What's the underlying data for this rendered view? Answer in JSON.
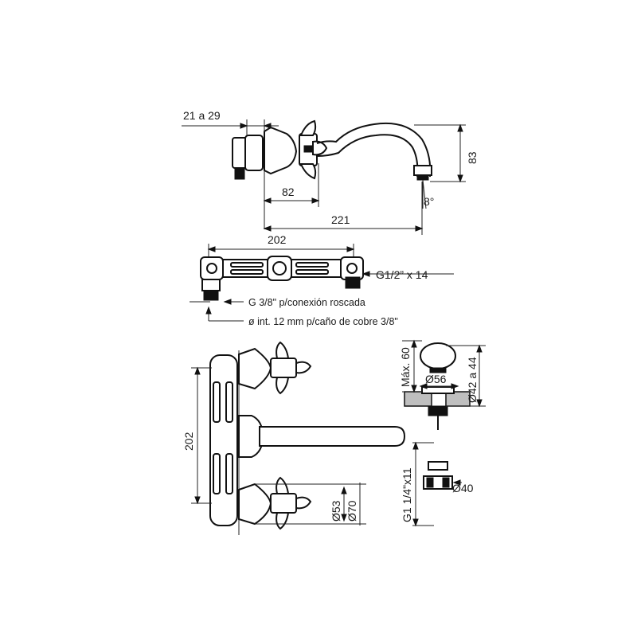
{
  "top_view": {
    "dim_wall_depth": "21 a 29",
    "dim_handle_offset": "82",
    "dim_spout_reach": "221",
    "dim_spout_height": "83",
    "dim_spout_angle": "8°"
  },
  "connector_view": {
    "dim_width": "202",
    "thread_label": "G1/2” x 14",
    "note_thread": "G 3/8\" p/conexión roscada",
    "note_pipe": "ø int. 12 mm p/caño de cobre 3/8\""
  },
  "front_view": {
    "dim_height": "202",
    "dim_flange_inner": "Ø53",
    "dim_flange_outer": "Ø70"
  },
  "detail_view": {
    "dim_max_height": "Máx. 60",
    "dim_knob": "Ø56",
    "dim_hole": "Ø42 a 44",
    "dim_thread": "G1 1/4\"x11",
    "dim_nut": "Ø40"
  }
}
